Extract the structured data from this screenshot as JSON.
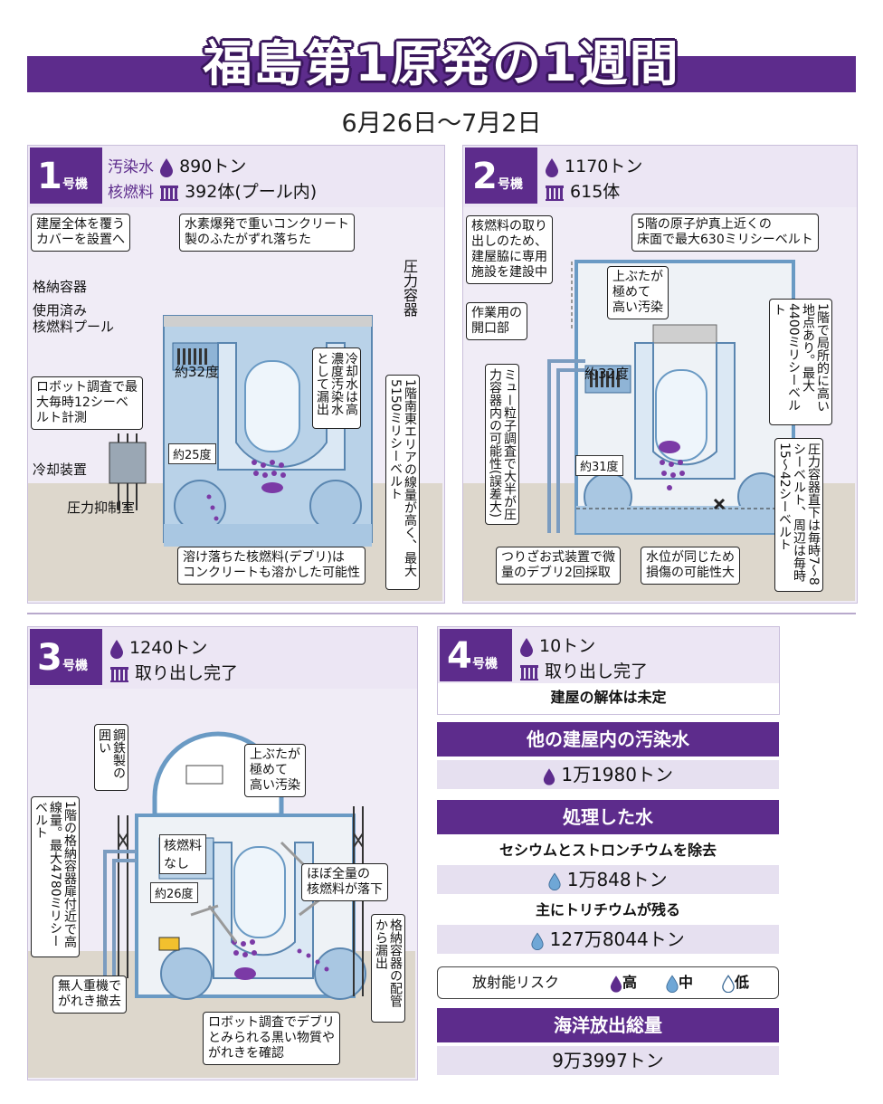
{
  "header": {
    "title": "福島第1原発の1週間",
    "date_range": "6月26日～7月2日"
  },
  "colors": {
    "purple": "#5d2c8c",
    "panel_bg": "#f0ecf6",
    "building_blue": "#a9c7e2",
    "ground": "#d9d3c8"
  },
  "units": {
    "u1": {
      "number": "1",
      "suffix": "号機",
      "water_label": "汚染水",
      "water": "890トン",
      "fuel_label": "核燃料",
      "fuel": "392体(プール内)",
      "callouts": {
        "cover": "建屋全体を覆う\nカバーを設置へ",
        "lid": "水素爆発で重いコンクリート\n製のふたがずれ落ちた",
        "pressure_vessel": "圧力容器",
        "containment": "格納容器",
        "pool": "使用済み\n核燃料プール",
        "temp_pool": "約32度",
        "robot": "ロボット調査で最\n大毎時12シーベ\nルト計測",
        "temp_vessel": "約25度",
        "cooling": "冷却装置",
        "suppression": "圧力抑制室",
        "leak": "冷却水は高濃度汚染水として漏出",
        "radiation": "1階南東エリアの線量が高く、最大5150ミリシーベルト",
        "debris": "溶け落ちた核燃料(デブリ)は\nコンクリートも溶かした可能性"
      }
    },
    "u2": {
      "number": "2",
      "suffix": "号機",
      "water": "1170トン",
      "fuel": "615体",
      "callouts": {
        "removal": "核燃料の取り\n出しのため、\n建屋脇に専用\n施設を建設中",
        "floor": "5階の原子炉真上近くの\n床面で最大630ミリシーベルト",
        "lid": "上ぶたが\n極めて\n高い汚染",
        "opening": "作業用の\n開口部",
        "temp_pool": "約32度",
        "local_high": "1階で局所的に高い地点あり。最大4400ミリシーベルト",
        "muon": "ミュー粒子調査で大半が圧力容器内の可能性(誤差大)",
        "temp_vessel": "約31度",
        "below_vessel": "圧力容器直下は毎時7～8シーベルト、周辺は毎時15～42シーベルト",
        "sampling": "つりざお式装置で微\n量のデブリ2回採取",
        "water_level": "水位が同じため\n損傷の可能性大"
      }
    },
    "u3": {
      "number": "3",
      "suffix": "号機",
      "water": "1240トン",
      "fuel": "取り出し完了",
      "callouts": {
        "steel": "鋼鉄製の囲い",
        "door": "1階の格納容器扉付近で高線量。最大4780ミリシーベルト",
        "lid": "上ぶたが\n極めて\n高い汚染",
        "no_fuel": "核燃料\nなし",
        "temp_vessel": "約26度",
        "fell": "ほぼ全量の\n核燃料が落下",
        "pipe_leak": "格納容器の配管から漏出",
        "machine": "無人重機で\nがれき撤去",
        "robot": "ロボット調査でデブリ\nとみられる黒い物質や\nがれきを確認"
      }
    },
    "u4": {
      "number": "4",
      "suffix": "号機",
      "water": "10トン",
      "fuel": "取り出し完了",
      "note": "建屋の解体は未定"
    }
  },
  "summary": {
    "other_buildings_label": "他の建屋内の汚染水",
    "other_buildings_value": "1万1980トン",
    "treated_label": "処理した水",
    "cesium_label": "セシウムとストロンチウムを除去",
    "cesium_value": "1万848トン",
    "tritium_label": "主にトリチウムが残る",
    "tritium_value": "127万8044トン",
    "risk_label": "放射能リスク",
    "risk_high": "高",
    "risk_mid": "中",
    "risk_low": "低",
    "ocean_label": "海洋放出総量",
    "ocean_value": "9万3997トン"
  }
}
